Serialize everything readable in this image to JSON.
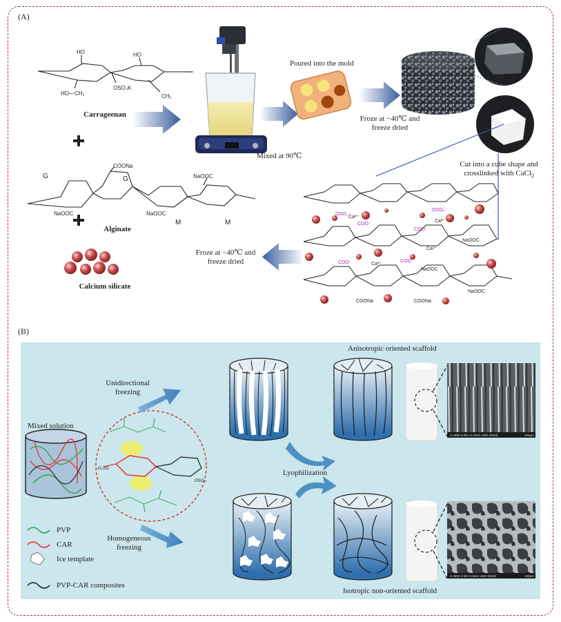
{
  "panel_a": {
    "label": "(A)",
    "carrageenan": {
      "name": "Carrageenan",
      "atoms": {
        "ho_top": "HO",
        "ho_ch2": "HO—CH₂",
        "oso3k": "OSO₃K",
        "ho_right": "HO",
        "ch2": "CH₂"
      }
    },
    "alginate": {
      "name": "Alginate",
      "g1": "G",
      "g2": "G",
      "m1": "M",
      "m2": "M",
      "atoms": {
        "coona": "COONa",
        "naooc_left": "NaOOC",
        "naooc_mid": "NaOOC",
        "naooc_top": "NaOOC"
      }
    },
    "calcium_silicate": "Calcium silicate",
    "mixed": "Mixed at 90℃",
    "poured": "Poured into the mold",
    "froze1_line1": "Froze at −40℃ and",
    "froze1_line2": "freeze dried",
    "cut_line1": "Cut into a cube shape and",
    "cut_line2": "crosslinked with CaCl",
    "cut_sub": "2",
    "froze2_line1": "Froze at −40℃ and",
    "froze2_line2": "freeze dried",
    "network": {
      "oso3_1": "OSO₃⁻",
      "oso3_2": "OSO₃⁻",
      "ca_1": "Ca²⁺",
      "ca_2": "Ca²⁺",
      "ca_3": "Ca²⁺",
      "ca_4": "Ca²⁺",
      "coo_1": "COO⁻",
      "coo_2": "COO⁻",
      "coo_3": "COO⁻",
      "coo_4": "COO⁻",
      "naooc_1": "NaOOC",
      "naooc_2": "NaOOC",
      "naooc_3": "NaOOC",
      "coona_1": "COONa",
      "coona_2": "COONa"
    }
  },
  "panel_b": {
    "label": "(B)",
    "mixed_solution": "Mixed solution",
    "unidirectional_1": "Unidirectional",
    "unidirectional_2": "freezing",
    "homogeneous_1": "Homogeneous",
    "homogeneous_2": "freezing",
    "lyophilization": "Lyophilization",
    "anisotropic": "Anisotropic oriented scaffold",
    "isotropic": "Isotropic non-oriented scaffold",
    "legend": [
      {
        "label": "PVP",
        "color": "#2fa84f"
      },
      {
        "label": "CAR",
        "color": "#e23b3b"
      },
      {
        "label": "Ice template",
        "color": "#ffffff"
      },
      {
        "label": "PVP-CAR composites",
        "color": "#2a2a2a"
      }
    ],
    "sem_caption_1": "S-4800 3.0kV 11.0mm x300 SE(M)",
    "sem_scale_1": "100µm",
    "sem_caption_2": "S-4800 3.0kV 9.5mm x300 SE(M)",
    "sem_scale_2": "100µm"
  },
  "colors": {
    "frame": "#a03a3a",
    "panel_b_bg": "#cbe6ec",
    "arrow": "#4a78a8",
    "bead": "#c0484a",
    "cylinder": "#3a78ad"
  }
}
